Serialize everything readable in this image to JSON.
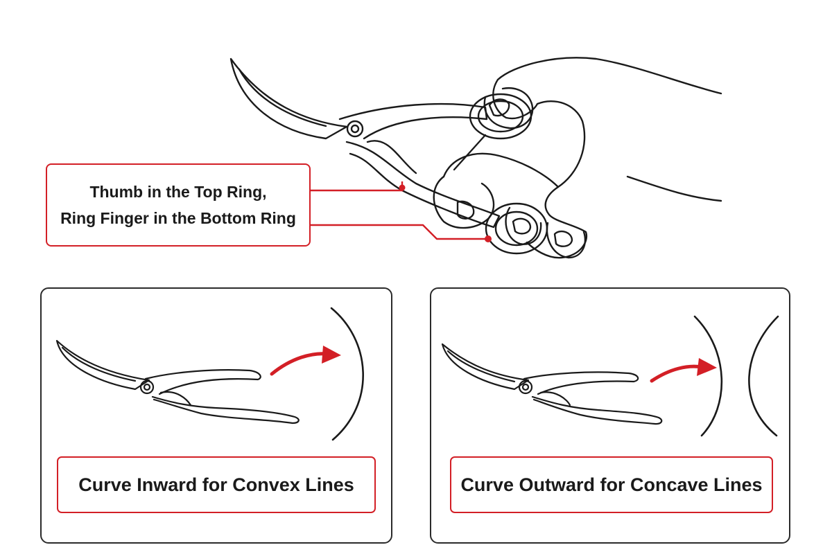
{
  "callout_top": {
    "line1": "Thumb in the Top Ring,",
    "line2": "Ring Finger in the Bottom Ring"
  },
  "panels": [
    {
      "label": "Curve Inward for Convex Lines"
    },
    {
      "label": "Curve Outward for Concave Lines"
    }
  ],
  "colors": {
    "accent": "#d31f26",
    "ink": "#1a1a1a",
    "panel_border": "#2a2a2a"
  }
}
